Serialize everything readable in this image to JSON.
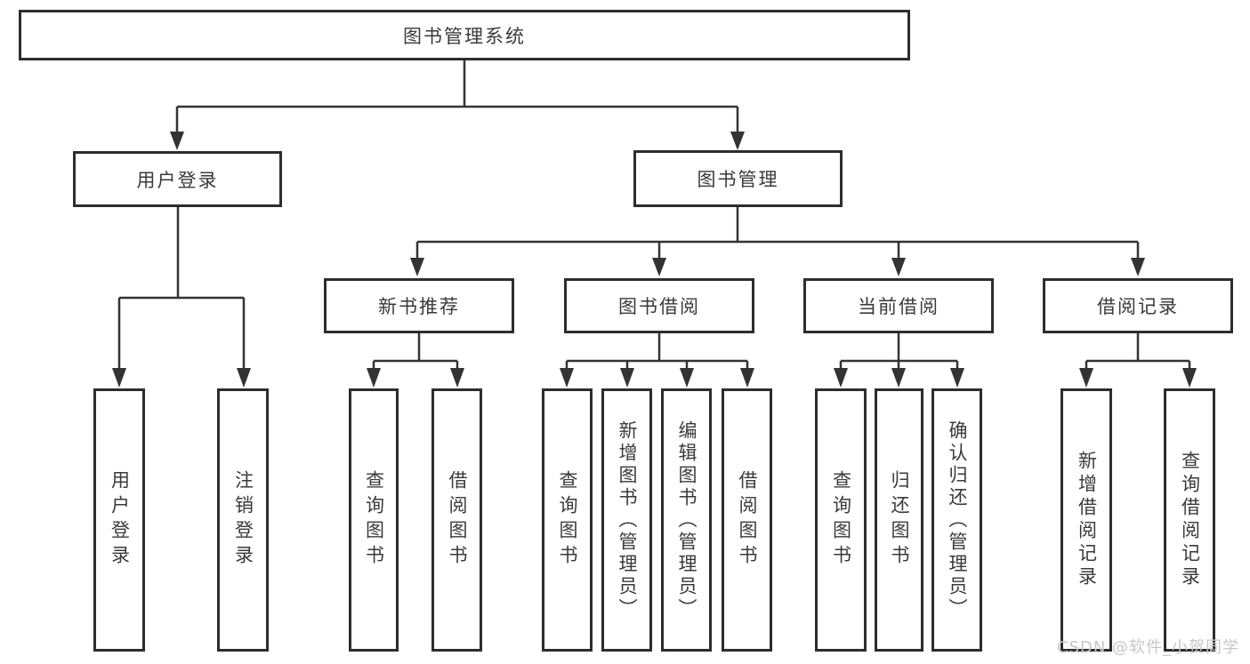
{
  "diagram": {
    "title": "图书管理系统",
    "watermark": "CSDN @软件_小贺同学",
    "colors": {
      "line": "#333333",
      "box_border": "#2d2d2d",
      "text": "#3a3a3a",
      "watermark": "#c7c7c7",
      "background": "#ffffff"
    },
    "level2": [
      {
        "label": "用户登录"
      },
      {
        "label": "图书管理"
      }
    ],
    "level3": [
      {
        "label": "新书推荐"
      },
      {
        "label": "图书借阅"
      },
      {
        "label": "当前借阅"
      },
      {
        "label": "借阅记录"
      }
    ],
    "leaves": {
      "user_login": [
        "用户登录",
        "注销登录"
      ],
      "new_book": [
        "查询图书",
        "借阅图书"
      ],
      "borrow": [
        "查询图书",
        "新增图书（管理员）",
        "编辑图书（管理员）",
        "借阅图书"
      ],
      "current": [
        "查询图书",
        "归还图书",
        "确认归还（管理员）"
      ],
      "records": [
        "新增借阅记录",
        "查询借阅记录"
      ]
    },
    "structure": {
      "root_children": [
        "用户登录",
        "图书管理"
      ],
      "用户登录_children": [
        "用户登录",
        "注销登录"
      ],
      "图书管理_children": [
        "新书推荐",
        "图书借阅",
        "当前借阅",
        "借阅记录"
      ],
      "新书推荐_children": [
        "查询图书",
        "借阅图书"
      ],
      "图书借阅_children": [
        "查询图书",
        "新增图书（管理员）",
        "编辑图书（管理员）",
        "借阅图书"
      ],
      "当前借阅_children": [
        "查询图书",
        "归还图书",
        "确认归还（管理员）"
      ],
      "借阅记录_children": [
        "新增借阅记录",
        "查询借阅记录"
      ]
    }
  }
}
